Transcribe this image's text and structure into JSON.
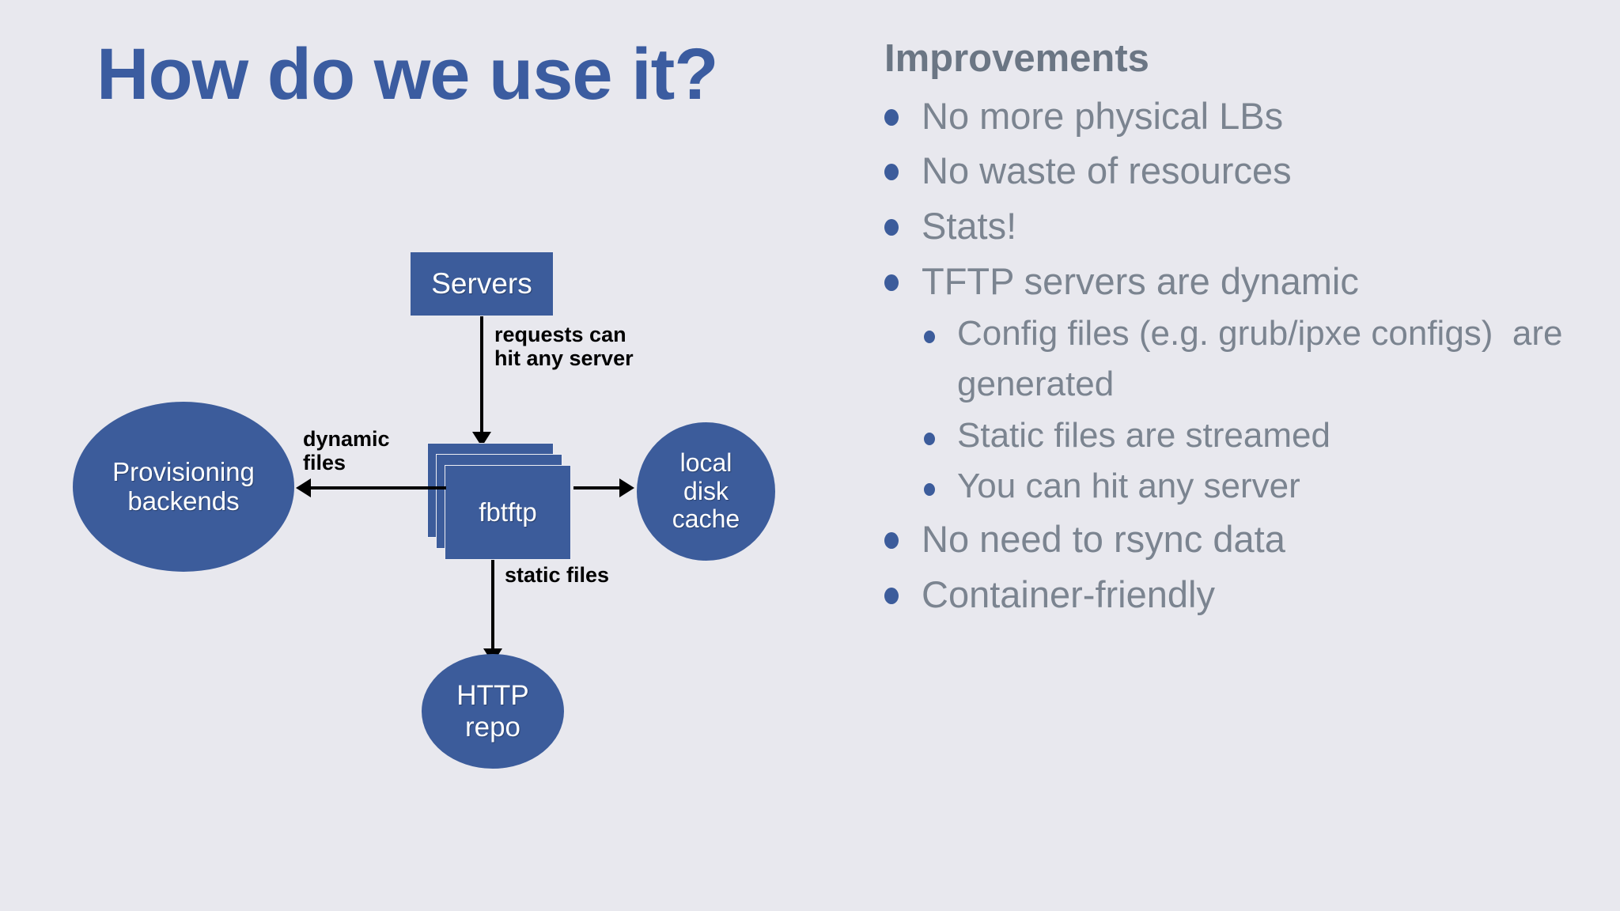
{
  "slide": {
    "title": "How do we use it?",
    "background_color": "#e8e8ee",
    "accent_blue": "#3b5ca0",
    "node_blue": "#3c5c9b",
    "body_gray": "#7b8490"
  },
  "diagram": {
    "nodes": {
      "servers": "Servers",
      "fbtftp": "fbtftp",
      "provisioning_line1": "Provisioning",
      "provisioning_line2": "backends",
      "cache_line1": "local",
      "cache_line2": "disk",
      "cache_line3": "cache",
      "http_line1": "HTTP",
      "http_line2": "repo"
    },
    "edge_labels": {
      "requests": "requests can\nhit any server",
      "dynamic": "dynamic\nfiles",
      "static": "static files"
    }
  },
  "improvements": {
    "heading": "Improvements",
    "items": [
      {
        "level": 1,
        "text": "No more physical LBs"
      },
      {
        "level": 1,
        "text": "No waste of resources"
      },
      {
        "level": 1,
        "text": "Stats!"
      },
      {
        "level": 1,
        "text": "TFTP servers are dynamic"
      },
      {
        "level": 2,
        "text": "Config files (e.g. grub/ipxe configs)  are generated"
      },
      {
        "level": 2,
        "text": "Static files are streamed"
      },
      {
        "level": 2,
        "text": "You can hit any server"
      },
      {
        "level": 1,
        "text": "No need to rsync data"
      },
      {
        "level": 1,
        "text": "Container-friendly"
      }
    ]
  }
}
